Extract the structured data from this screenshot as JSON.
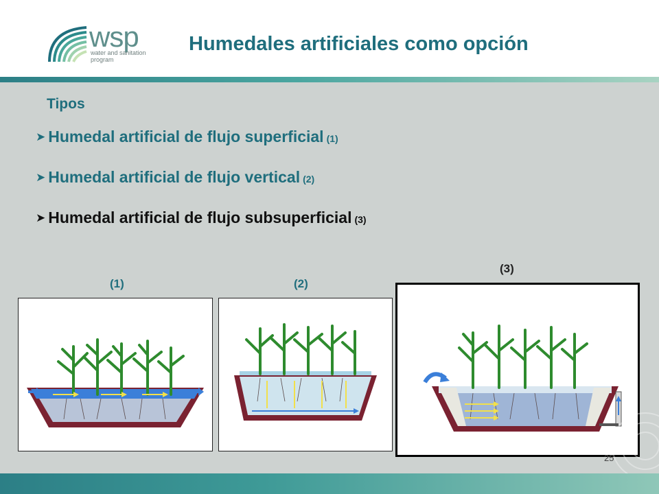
{
  "logo": {
    "wordmark": "wsp",
    "tagline": "water and sanitation program",
    "mark_icon": "wave-stripes-icon"
  },
  "title": "Humedales artificiales como opción",
  "section_label": "Tipos",
  "bullets": [
    {
      "text": "Humedal artificial de flujo superficial",
      "ref": "(1)"
    },
    {
      "text": "Humedal artificial de flujo vertical",
      "ref": "(2)"
    },
    {
      "text": "Humedal artificial de flujo subsuperficial",
      "ref": "(3)"
    }
  ],
  "figures": [
    {
      "label": "(1)",
      "name": "surface-flow-diagram"
    },
    {
      "label": "(2)",
      "name": "vertical-flow-diagram"
    },
    {
      "label": "(3)",
      "name": "subsurface-flow-diagram"
    }
  ],
  "page_number": "25",
  "colors": {
    "accent": "#1f6e7d",
    "background": "#cdd2d0",
    "water": "#3b7fd9",
    "basin": "#7a2231",
    "plant": "#2e8b2e",
    "flow_arrow": "#f2e04a"
  }
}
